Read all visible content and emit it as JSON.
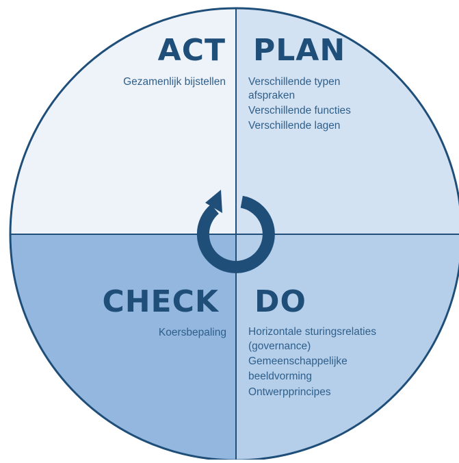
{
  "quadrants": {
    "act": {
      "title": "ACT",
      "items": [
        "Gezamenlijk bijstellen"
      ]
    },
    "plan": {
      "title": "PLAN",
      "items": [
        "Verschillende typen",
        "afspraken",
        "Verschillende functies",
        "Verschillende lagen"
      ]
    },
    "check": {
      "title": "CHECK",
      "items": [
        "Koersbepaling"
      ]
    },
    "do": {
      "title": "DO",
      "items": [
        "Horizontale sturingsrelaties",
        "(governance)",
        "Gemeenschappelijke",
        "beeldvorming",
        "Ontwerpprincipes"
      ]
    }
  },
  "colors": {
    "act_fill": "#eef3fa",
    "plan_fill": "#d3e2f2",
    "check_fill": "#93b7de",
    "do_fill": "#b5cfeb",
    "outline": "#1f4e79",
    "title": "#1f4e79",
    "text": "#2e5f8a",
    "cycle_icon": "#1f4e79"
  },
  "icons": {
    "center": "cycle-arrow-icon"
  }
}
